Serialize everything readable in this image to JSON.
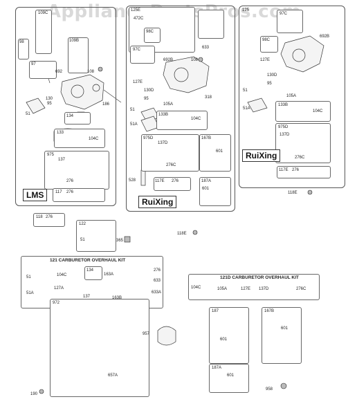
{
  "watermark": "AppliancePartsPros.com",
  "brands": {
    "lms": "LMS",
    "ruixing_a": "RuiXing",
    "ruixing_b": "RuiXing"
  },
  "kits": {
    "k121": "121 CARBURETOR OVERHAUL KIT",
    "k121d": "121D CARBURETOR OVERHAUL KIT"
  },
  "labels": {
    "p109c": "109C",
    "p98": "98",
    "p109b": "109B",
    "p97": "97",
    "p692a": "692",
    "p108a": "108",
    "p95a": "95",
    "p130a": "130",
    "p186": "186",
    "p51a": "51",
    "p134a": "134",
    "p133a": "133",
    "p104ca": "104C",
    "p975a": "975",
    "p137a": "137",
    "p276a": "276",
    "p117a": "117",
    "p276b": "276",
    "p125e": "125E",
    "p472c": "472C",
    "p98c": "98C",
    "p633a": "633",
    "p97ca": "97C",
    "p692ba": "692B",
    "p108b": "108",
    "p127ea": "127E",
    "p130da": "130D",
    "p95b": "95",
    "p318": "318",
    "p105aa": "105A",
    "p51b": "51",
    "p51aa": "51A",
    "p133ba": "133B",
    "p104cb": "104C",
    "p975da": "975D",
    "p137da": "137D",
    "p276ca": "276C",
    "p167ba": "167B",
    "p601a": "601",
    "p528": "528",
    "p117ea": "117E",
    "p276c": "276",
    "p187aa": "187A",
    "p601b": "601",
    "p125": "125",
    "p97cb": "97C",
    "p692bb": "692B",
    "p98cb": "98C",
    "p127eb": "127E",
    "p130db": "130D",
    "p95c": "95",
    "p105ab": "105A",
    "p51c": "51",
    "p51ab": "51A",
    "p133bb": "133B",
    "p104cc": "104C",
    "p975db": "975D",
    "p137db": "137D",
    "p276cb": "276C",
    "p117eb": "117E",
    "p276d": "276",
    "p118ea": "118E",
    "p118": "118",
    "p276e": "276",
    "p122": "122",
    "p51d": "51",
    "p365": "365",
    "p118eb": "118E",
    "k51": "51",
    "k104c": "104C",
    "k134": "134",
    "k163a": "163A",
    "k276": "276",
    "k51a": "51A",
    "k127a": "127A",
    "k137": "137",
    "k163b": "163B",
    "k633": "633",
    "k633a": "633A",
    "d104c": "104C",
    "d105a": "105A",
    "d127e": "127E",
    "d137d": "137D",
    "d276c": "276C",
    "p972": "972",
    "p957": "957",
    "p657a": "657A",
    "p190": "190",
    "p187": "187",
    "p601c": "601",
    "p167bb": "167B",
    "p601d": "601",
    "p187ab": "187A",
    "p601e": "601",
    "p958": "958"
  }
}
